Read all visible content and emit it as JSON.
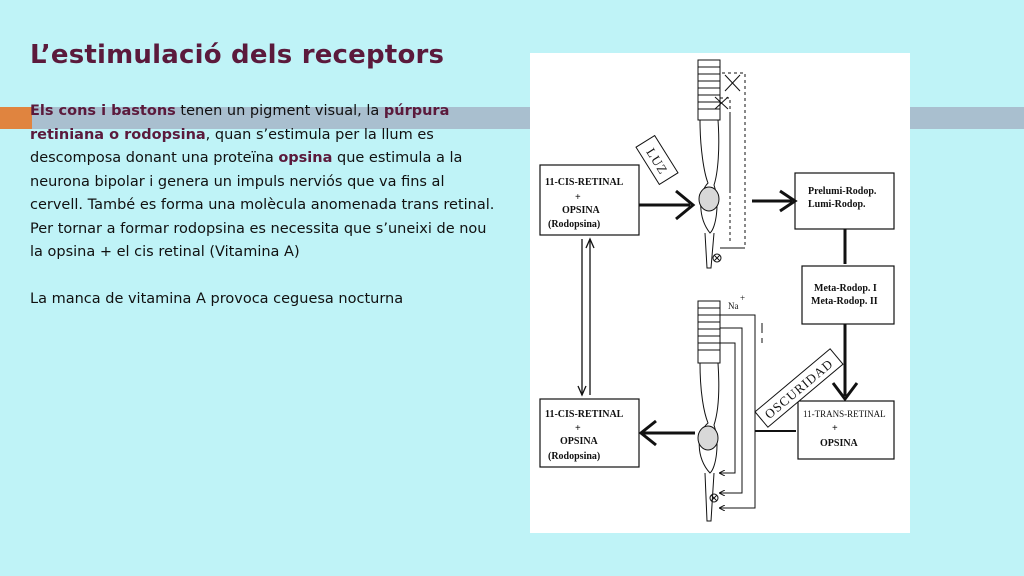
{
  "slide": {
    "title": "L’estimulació dels receptors",
    "paragraph1": {
      "part1": "Els cons i bastons",
      "part2": " tenen un pigment visual, la ",
      "part3": "púrpura retiniana o rodopsina",
      "part4": ", quan s’estimula per la llum  es descomposa donant una proteïna ",
      "part5": "opsina",
      "part6": " que estimula a la neurona bipolar i genera un impuls nerviós que va fins al cervell. També es forma una molècula anomenada trans retinal."
    },
    "paragraph2": "Per tornar a formar rodopsina es necessita que s’uneixi de nou la opsina + el cis retinal (Vitamina A)",
    "paragraph3": "La manca de vitamina A provoca ceguesa nocturna"
  },
  "diagram": {
    "box_top_left": {
      "line1": "11-CIS-RETINAL",
      "line2": "+",
      "line3": "OPSINA",
      "line4": "(Rodopsina)"
    },
    "box_top_right": {
      "line1": "Prelumi-Rodop.",
      "line2": "Lumi-Rodop."
    },
    "box_mid_right": {
      "line1": "Meta-Rodop. I",
      "line2": "Meta-Rodop. II"
    },
    "box_bottom_right": {
      "line1": "11-TRANS-RETINAL",
      "line2": "+",
      "line3": "OPSINA"
    },
    "box_bottom_left": {
      "line1": "11-CIS-RETINAL",
      "line2": "+",
      "line3": "OPSINA",
      "line4": "(Rodopsina)"
    },
    "label_light": "LUZ",
    "label_dark": "OSCURIDAD",
    "label_sodium": "Na",
    "label_sodium_sup": "+"
  },
  "colors": {
    "title": "#5b1a3c",
    "background": "#bff3f7",
    "stripe_orange": "#e0843f",
    "stripe_blue": "#a9bfcf"
  }
}
